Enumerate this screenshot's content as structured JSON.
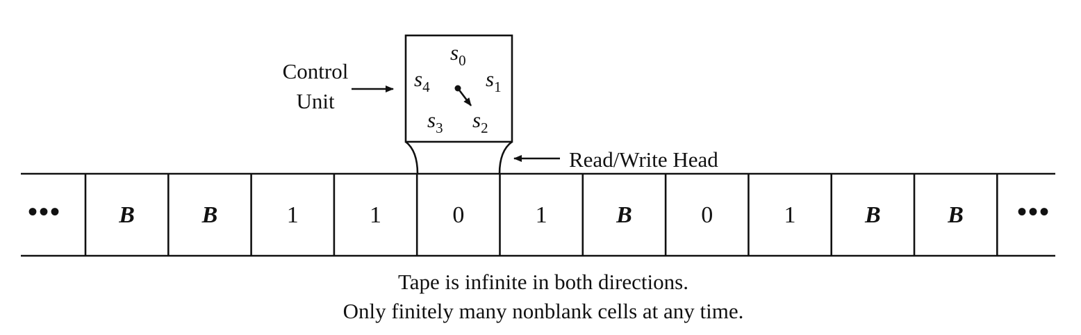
{
  "control_unit": {
    "label_line1": "Control",
    "label_line2": "Unit",
    "states": [
      {
        "letter": "s",
        "sub": "0"
      },
      {
        "letter": "s",
        "sub": "1"
      },
      {
        "letter": "s",
        "sub": "2"
      },
      {
        "letter": "s",
        "sub": "3"
      },
      {
        "letter": "s",
        "sub": "4"
      }
    ]
  },
  "head": {
    "label": "Read/Write Head"
  },
  "tape": {
    "left_ellipsis": "•••",
    "right_ellipsis": "•••",
    "cells": [
      "B",
      "B",
      "1",
      "1",
      "0",
      "1",
      "B",
      "0",
      "1",
      "B",
      "B"
    ]
  },
  "caption": {
    "line1": "Tape is infinite in both directions.",
    "line2": "Only finitely many nonblank cells at any time."
  }
}
